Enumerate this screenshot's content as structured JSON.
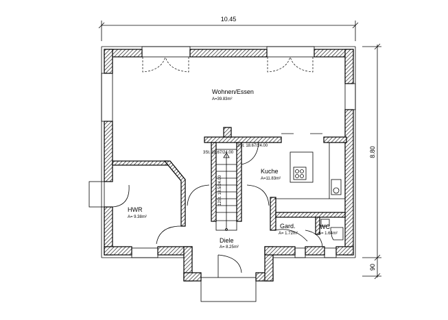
{
  "dimensions": {
    "width": "10.45",
    "height": "8.80",
    "porch_depth": "90"
  },
  "rooms": [
    {
      "name": "Wohnen/Essen",
      "area": "A=39.83m²"
    },
    {
      "name": "Kuche",
      "area": "A=11.83m²"
    },
    {
      "name": "HWR",
      "area": "A= 9.38m²"
    },
    {
      "name": "Diele",
      "area": "A= 8.25m²"
    },
    {
      "name": "Gard.",
      "area": "A= 1.72m²"
    },
    {
      "name": "WC",
      "area": "A= 1.64m²"
    }
  ],
  "stairs": {
    "main": "12St. 18.5/24.00",
    "left": "3St. 18.67/24.00",
    "right": "3St. 18.67/24.00"
  }
}
